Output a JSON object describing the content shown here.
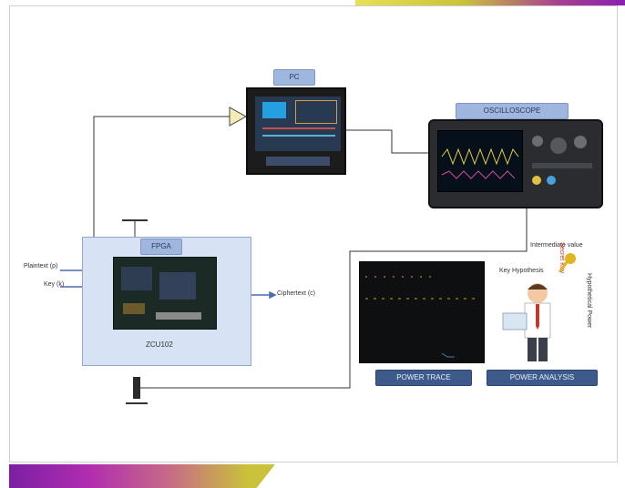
{
  "labels": {
    "pc": "PC",
    "oscilloscope": "OSCILLOSCOPE",
    "fpga": "FPGA",
    "board_name": "ZCU102",
    "power_trace": "POWER TRACE",
    "power_analysis": "POWER ANALYSIS",
    "plaintext": "Plaintext (p)",
    "key": "Key (k)",
    "ciphertext": "Ciphertext (c)",
    "secret_key": "Secret Key",
    "key_hypothesis": "Key Hypothesis",
    "power_model": "Intermediate value",
    "hypothesis_side": "Hypothetical Power"
  },
  "colors": {
    "fpga_fill": "#d7e3f4",
    "tag_blue": "#9fb6de",
    "trace_line": "#e0a010",
    "wire": "#333333"
  },
  "icons": [
    "amplifier-icon",
    "key-icon",
    "analyst-person-icon",
    "ground-icon"
  ]
}
